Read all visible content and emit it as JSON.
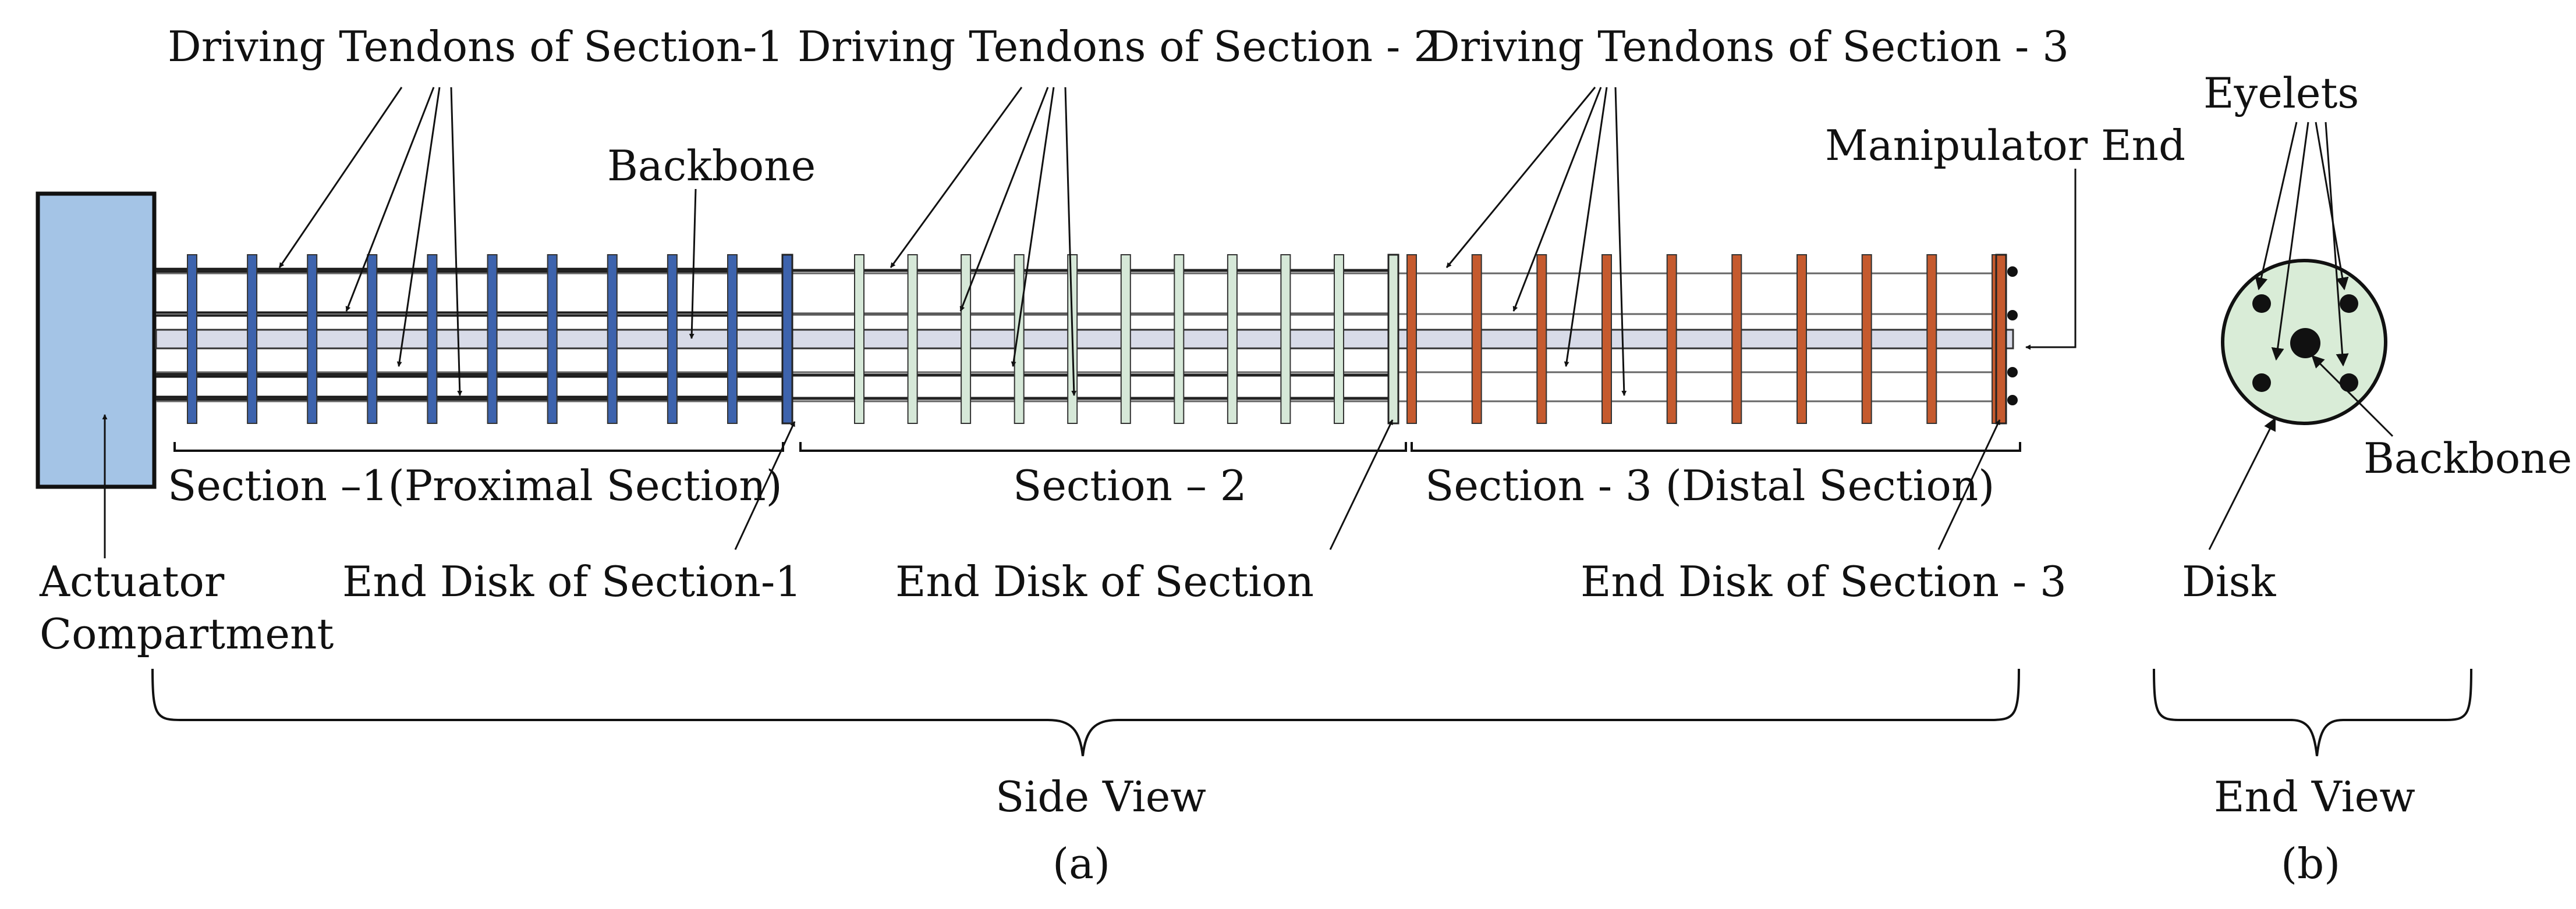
{
  "labels": {
    "tendons1": "Driving Tendons of Section-1",
    "tendons2": "Driving Tendons of Section - 2",
    "tendons3": "Driving Tendons of Section - 3",
    "backbone_side": "Backbone",
    "manipulator_end": "Manipulator End",
    "eyelets": "Eyelets",
    "backbone_end": "Backbone",
    "section1": "Section –1(Proximal Section)",
    "section2": "Section – 2",
    "section3": "Section - 3 (Distal Section)",
    "actuator_line1": "Actuator",
    "actuator_line2": "Compartment",
    "end_disk1": "End Disk of Section-1",
    "end_disk2": "End Disk of Section",
    "end_disk3": "End Disk of Section - 3",
    "disk": "Disk",
    "side_view": "Side View",
    "end_view": "End View",
    "panel_a": "(a)",
    "panel_b": "(b)"
  },
  "colors": {
    "actuator": "#a4c4e6",
    "section1_disk": "#3d63ad",
    "section2_disk": "#d6e8d8",
    "section3_disk": "#c55a2e",
    "backbone": "#d8dbe8",
    "end_disk_fill": "#d9ecd7"
  },
  "sections": [
    {
      "name": "section-1",
      "disk_count": 10
    },
    {
      "name": "section-2",
      "disk_count": 10
    },
    {
      "name": "section-3",
      "disk_count": 10
    }
  ]
}
